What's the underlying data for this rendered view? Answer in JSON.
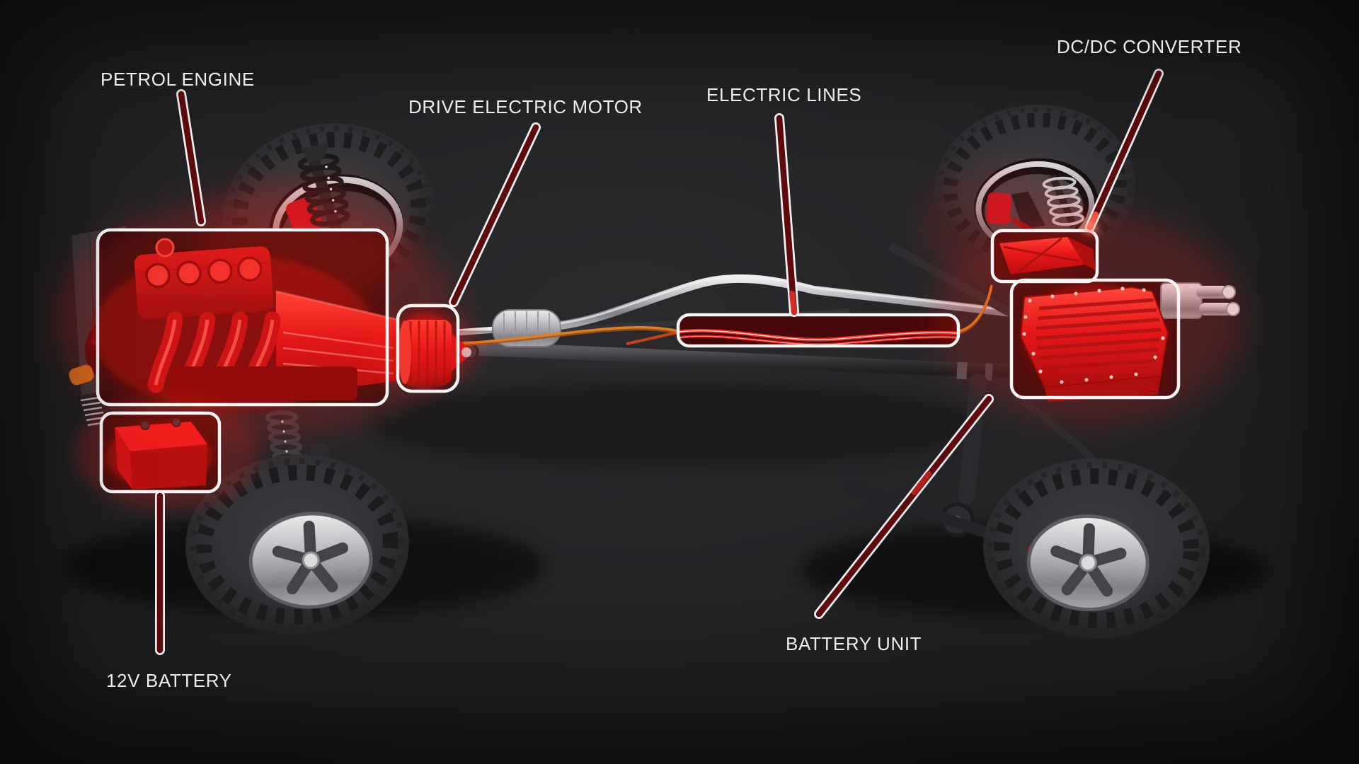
{
  "labels": {
    "petrol_engine": "PETROL ENGINE",
    "drive_electric_motor": "DRIVE ELECTRIC MOTOR",
    "electric_lines": "ELECTRIC LINES",
    "dcdc_converter": "DC/DC CONVERTER",
    "battery_unit": "BATTERY UNIT",
    "twelve_v_battery": "12V BATTERY"
  },
  "colors": {
    "background": "#232326",
    "label_text": "#ededee",
    "callout_fill": "#5f0a0d",
    "callout_outline": "#f3f3f3",
    "highlight_box_stroke": "#f5f5f5",
    "component_red": "#e01418",
    "deep_red": "#7c0608",
    "cable_orange": "#e2801f",
    "tire_gray": "#2c2c2f",
    "metal_silver": "#c6c6ca"
  }
}
